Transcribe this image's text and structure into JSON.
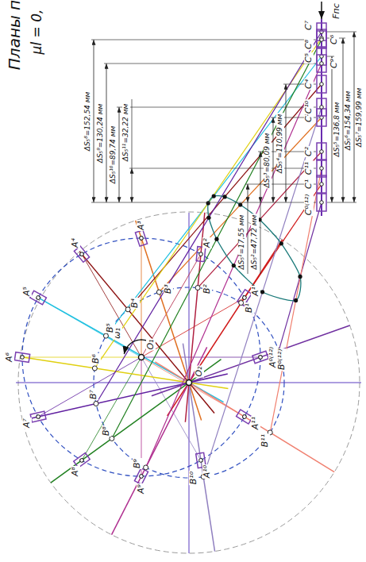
{
  "diagram": {
    "title": "Планы п",
    "labels": [
      "μl = 0,",
      "Fпс",
      "O₁",
      "O₂",
      "ω₁",
      "A⁰⁽¹²⁾",
      "A¹",
      "A²",
      "A³",
      "A⁴",
      "A⁵",
      "A⁶",
      "A⁷",
      "A⁸",
      "A⁹",
      "A¹⁰",
      "A¹¹",
      "B⁰⁽¹²⁾",
      "B¹",
      "B²",
      "B³",
      "B⁴",
      "B⁵",
      "B⁶",
      "B⁷",
      "B⁸",
      "B⁹",
      "B¹⁰",
      "B¹¹",
      "C⁰⁽¹²⁾",
      "C¹",
      "C²",
      "C³",
      "C⁴",
      "C⁵",
      "C⁶",
      "C⁷",
      "C⁸",
      "C⁹",
      "C¹⁰",
      "C¹¹",
      "ΔS₅¹=17,55 мм",
      "ΔS₅²=47,72 мм",
      "ΔS₅³=80,09 мм",
      "ΔS₅⁴=110,99 мм",
      "ΔS₅⁵=136,8 мм",
      "ΔS₅⁶=154,34 мм",
      "ΔS₅⁷=159,99 мм",
      "ΔS₅⁸=152,54 мм",
      "ΔS₅⁹=130,24 мм",
      "ΔS₅¹⁰=89,74 мм",
      "ΔS₅¹¹=32,22 мм"
    ]
  }
}
